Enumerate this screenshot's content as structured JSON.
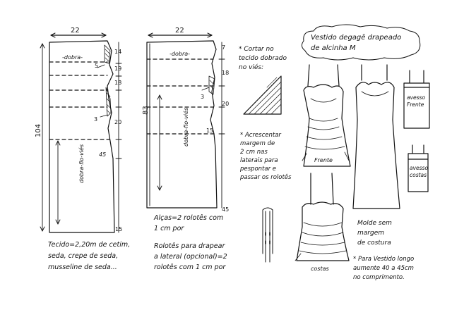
{
  "diagram": {
    "front_pattern": {
      "width": "22",
      "length": "104",
      "fold_label": "-dobra-",
      "grain_label": "dobra-fio-viés",
      "dims": [
        "14",
        "19",
        "18",
        "20",
        "45",
        "15"
      ],
      "marks": [
        "5",
        "3"
      ]
    },
    "back_pattern": {
      "width": "22",
      "length": "83",
      "fold_label": "-dobra-",
      "grain_label": "dobra-fio-viés",
      "dims": [
        "7",
        "18",
        "20",
        "15",
        "45"
      ],
      "marks": [
        "3"
      ]
    },
    "notes": {
      "cut_note": "* Cortar no\ntecido dobrado\nno viés:",
      "margin_note": "* Acrescentar\nmargem de\n2 cm nas\nlaterais para\npespontar e\npassar os rolotês",
      "fabric_note": "Tecido=2,20m de cetim,\nseda, crepe de seda,\nmusseline de seda...",
      "straps_note": "Alças=2 rolotês com\n1 cm por",
      "rolotes_note": "Rolotês para drapear\na lateral (opcional)=2\nrolotês com 1 cm por",
      "title": "Vestido degagê drapeado\nde alcinha M",
      "front_label": "Frente",
      "back_label": "costas",
      "avesso_frente": "avesso\nFrente",
      "avesso_costas": "avesso\ncostas",
      "mold_note": "Molde sem\nmargem\nde costura",
      "long_dress_note": "* Para Vestido longo\naumente 40 a 45cm\nno comprimento."
    }
  }
}
